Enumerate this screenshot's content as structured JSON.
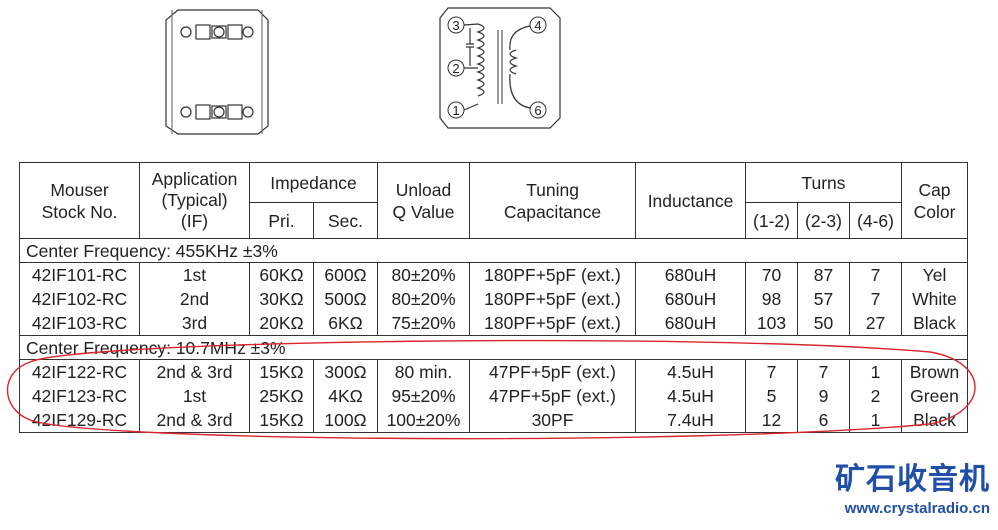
{
  "header": {
    "stock_no": "Mouser\nStock No.",
    "application": "Application\n(Typical)\n(IF)",
    "impedance": "Impedance",
    "pri": "Pri.",
    "sec": "Sec.",
    "unload_q": "Unload\nQ Value",
    "tuning_cap": "Tuning\nCapacitance",
    "inductance": "Inductance",
    "turns": "Turns",
    "t12": "(1-2)",
    "t23": "(2-3)",
    "t46": "(4-6)",
    "cap_color": "Cap\nColor"
  },
  "sections": [
    {
      "title": "Center Frequency:  455KHz ±3%",
      "rows": [
        {
          "stock": "42IF101-RC",
          "app": "1st",
          "pri": "60KΩ",
          "sec": "600Ω",
          "q": "80±20%",
          "cap": "180PF+5pF (ext.)",
          "ind": "680uH",
          "t12": "70",
          "t23": "87",
          "t46": "7",
          "color": "Yel"
        },
        {
          "stock": "42IF102-RC",
          "app": "2nd",
          "pri": "30KΩ",
          "sec": "500Ω",
          "q": "80±20%",
          "cap": "180PF+5pF (ext.)",
          "ind": "680uH",
          "t12": "98",
          "t23": "57",
          "t46": "7",
          "color": "White"
        },
        {
          "stock": "42IF103-RC",
          "app": "3rd",
          "pri": "20KΩ",
          "sec": "6KΩ",
          "q": "75±20%",
          "cap": "180PF+5pF (ext.)",
          "ind": "680uH",
          "t12": "103",
          "t23": "50",
          "t46": "27",
          "color": "Black"
        }
      ]
    },
    {
      "title": "Center Frequency:  10.7MHz ±3%",
      "rows": [
        {
          "stock": "42IF122-RC",
          "app": "2nd & 3rd",
          "pri": "15KΩ",
          "sec": "300Ω",
          "q": "80 min.",
          "cap": "47PF+5pF (ext.)",
          "ind": "4.5uH",
          "t12": "7",
          "t23": "7",
          "t46": "1",
          "color": "Brown"
        },
        {
          "stock": "42IF123-RC",
          "app": "1st",
          "pri": "25KΩ",
          "sec": "4KΩ",
          "q": "95±20%",
          "cap": "47PF+5pF (ext.)",
          "ind": "4.5uH",
          "t12": "5",
          "t23": "9",
          "t46": "2",
          "color": "Green"
        },
        {
          "stock": "42IF129-RC",
          "app": "2nd & 3rd",
          "pri": "15KΩ",
          "sec": "100Ω",
          "q": "100±20%",
          "cap": "30PF",
          "ind": "7.4uH",
          "t12": "12",
          "t23": "6",
          "t46": "1",
          "color": "Black"
        }
      ]
    }
  ],
  "schematic": {
    "pins": [
      "3",
      "2",
      "1",
      "4",
      "6"
    ]
  },
  "watermark": {
    "cn": "矿石收音机",
    "url": "www.crystalradio.cn"
  },
  "colors": {
    "highlight_ellipse": "#d8262c",
    "watermark_blue": "#1f4fa8"
  }
}
